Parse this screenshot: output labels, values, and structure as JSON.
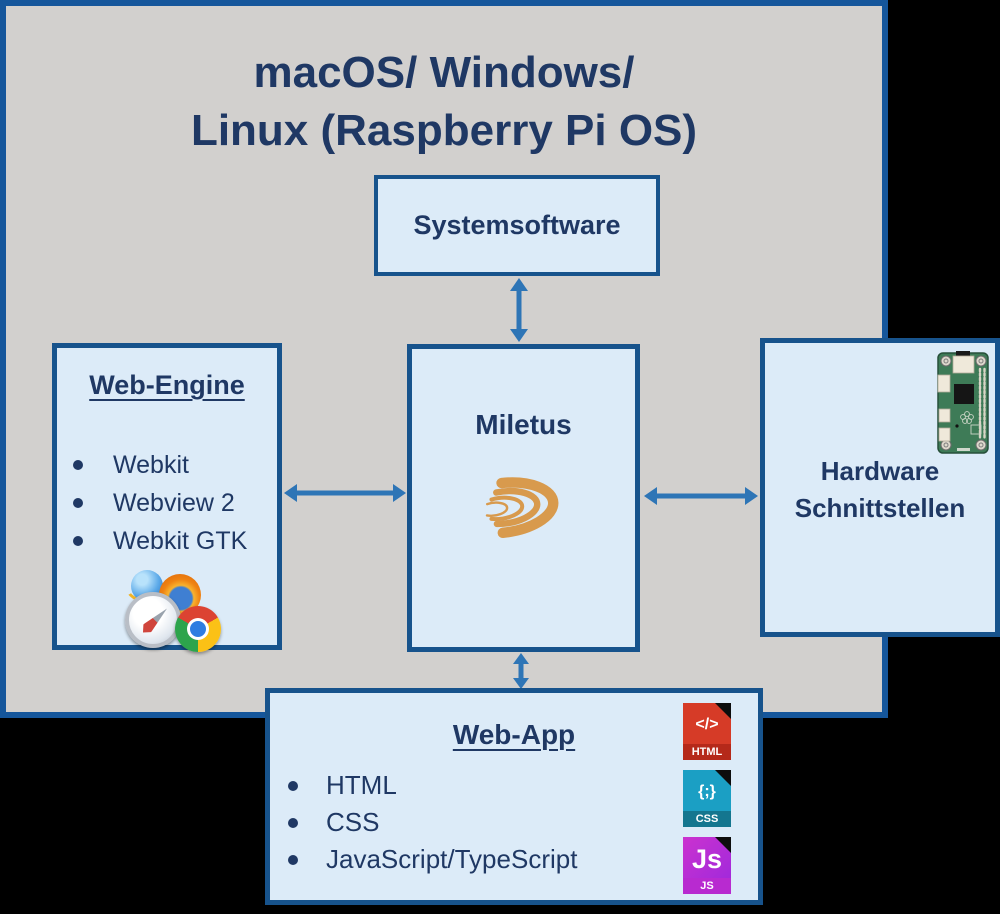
{
  "colors": {
    "background": "#000000",
    "container_fill": "#d2d0ce",
    "container_border": "#15569b",
    "box_fill": "#dcebf8",
    "box_border": "#17538c",
    "text_navy": "#1f3864",
    "arrow_blue": "#2e75b6",
    "miletus_swoosh_orange": "#d89a4d",
    "html_badge_red": "#d63b27",
    "css_badge_teal": "#1b9fc4",
    "js_badge_purple": "#b82ad0"
  },
  "os_container": {
    "title_line1": "macOS/ Windows/",
    "title_line2": "Linux (Raspberry Pi OS)"
  },
  "systemsoftware": {
    "label": "Systemsoftware"
  },
  "miletus": {
    "label": "Miletus",
    "logo": "miletus-swoosh-logo"
  },
  "web_engine": {
    "title": "Web-Engine",
    "items": [
      "Webkit",
      "Webview 2",
      "Webkit GTK"
    ],
    "icons": [
      "globe-icon",
      "firefox-icon",
      "safari-icon",
      "chrome-icon"
    ]
  },
  "hardware": {
    "title_line1": "Hardware",
    "title_line2": "Schnittstellen",
    "image": "raspberry-pi-zero-board"
  },
  "web_app": {
    "title": "Web-App",
    "items": [
      "HTML",
      "CSS",
      "JavaScript/TypeScript"
    ],
    "badges": [
      {
        "glyph": "</>",
        "label": "HTML"
      },
      {
        "glyph": "{;}",
        "label": "CSS"
      },
      {
        "glyph": "Js",
        "label": "JS"
      }
    ]
  },
  "arrows": [
    "systemsoftware-miletus-bidirectional",
    "webengine-miletus-bidirectional",
    "miletus-hardware-bidirectional",
    "miletus-webapp-bidirectional"
  ]
}
